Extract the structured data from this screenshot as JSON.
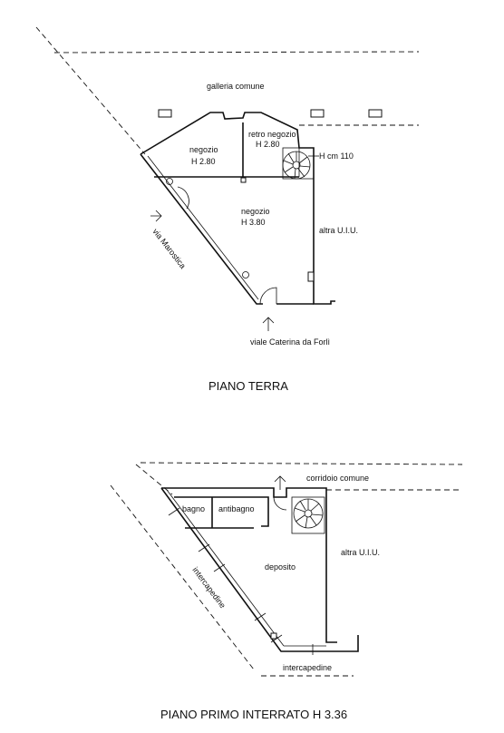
{
  "ground_floor": {
    "title": "PIANO TERRA",
    "gallery": "galleria comune",
    "shop_small_name": "negozio",
    "shop_small_height": "H 2.80",
    "back_shop_name": "retro negozio",
    "back_shop_height": "H 2.80",
    "stair_height": "H cm 110",
    "shop_main_name": "negozio",
    "shop_main_height": "H 3.80",
    "other_unit": "altra U.I.U.",
    "street_side": "via Marostica",
    "street_front": "viale Caterina  da Forlì"
  },
  "basement": {
    "title": "PIANO PRIMO INTERRATO H 3.36",
    "corridor": "corridoio comune",
    "bathroom": "bagno",
    "antebathroom": "antibagno",
    "storage": "deposito",
    "other_unit": "altra U.I.U.",
    "cavity_side": "intercapedine",
    "cavity_bottom": "intercapedine"
  }
}
